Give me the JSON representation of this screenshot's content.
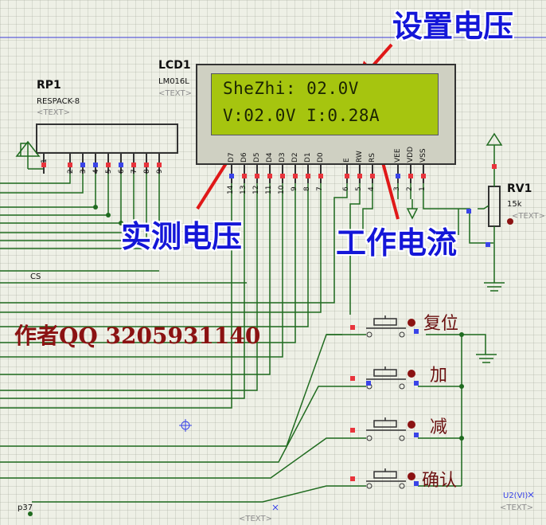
{
  "rp1": {
    "ref": "RP1",
    "value": "RESPACK-8",
    "text": "<TEXT>",
    "pins": [
      "1",
      "2",
      "3",
      "4",
      "5",
      "6",
      "7",
      "8",
      "9"
    ]
  },
  "lcd1": {
    "ref": "LCD1",
    "value": "LM016L",
    "text": "<TEXT>",
    "line1": "SheZhi: 02.0V",
    "line2": "V:02.0V  I:0.28A",
    "pin_names": [
      "D7",
      "D6",
      "D5",
      "D4",
      "D3",
      "D2",
      "D1",
      "D0",
      "E",
      "RW",
      "RS",
      "VEE",
      "VDD",
      "VSS"
    ],
    "pin_numbers": [
      "14",
      "13",
      "12",
      "11",
      "10",
      "9",
      "8",
      "7",
      "6",
      "5",
      "4",
      "3",
      "2",
      "1"
    ]
  },
  "rv1": {
    "ref": "RV1",
    "value": "15k",
    "text": "<TEXT>"
  },
  "u2": {
    "ref": "U2(VI)",
    "text": "<TEXT>"
  },
  "net_labels": {
    "cs": "CS",
    "p37": "p37",
    "text_bottom": "<TEXT>"
  },
  "annotations": {
    "set_voltage": "设置电压",
    "measured_voltage": "实测电压",
    "working_current": "工作电流",
    "author": "作者QQ 3205931140"
  },
  "buttons": {
    "reset": "复位",
    "add": "加",
    "sub": "减",
    "confirm": "确认"
  },
  "colors": {
    "wire": "#1f6b1f",
    "pin_red": "#e8343c",
    "pin_blue": "#3a44e8",
    "lcd_screen": "#a6c50f",
    "annotation": "#1416d8",
    "author": "#8b1212",
    "arrow": "#e01818"
  }
}
